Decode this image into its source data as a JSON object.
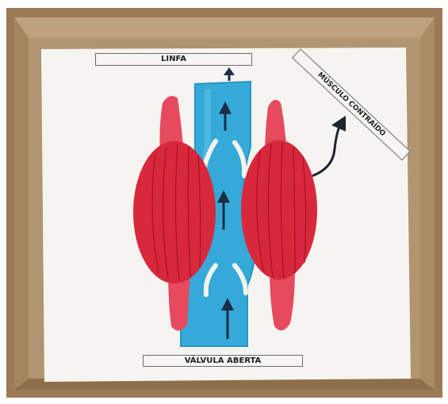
{
  "labels": {
    "top": "LINFA",
    "diagonal": "MÚSCULO CONTRAÍDO",
    "bottom": "VÁLVULA ABERTA"
  },
  "colors": {
    "frame": "#a8875f",
    "paper": "#f4f3ef",
    "vessel": "#33a9d6",
    "muscle": "#d8283c",
    "tendon": "#e64a5e",
    "valve": "#f3f5ec",
    "arrow": "#1b2d46"
  },
  "icons": [
    "flow-arrow-icon",
    "curved-arrow-icon"
  ]
}
